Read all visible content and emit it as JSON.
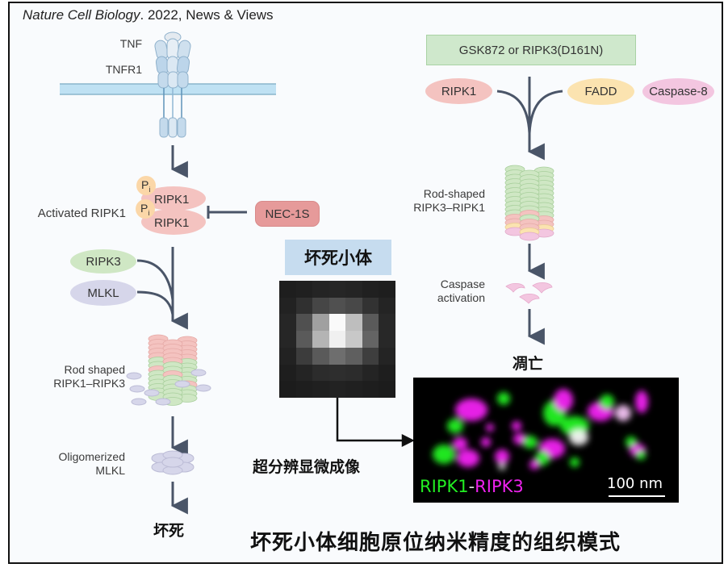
{
  "citation": {
    "journal": "Nature Cell Biology",
    "rest": ". 2022, News & Views"
  },
  "left_pathway": {
    "tnf": "TNF",
    "tnfr1": "TNFR1",
    "activated_ripk1": "Activated RIPK1",
    "phospho": "P",
    "phospho_sub": "i",
    "ripk1_top": "RIPK1",
    "ripk1_bottom": "RIPK1",
    "inhibitor": "NEC-1S",
    "ripk3": "RIPK3",
    "mlkl": "MLKL",
    "rod_line1": "Rod shaped",
    "rod_line2": "RIPK1–RIPK3",
    "olig_line1": "Oligomerized",
    "olig_line2": "MLKL",
    "outcome": "坏死"
  },
  "right_pathway": {
    "inhibitor_box": "GSK872 or RIPK3(D161N)",
    "ripk1": "RIPK1",
    "fadd": "FADD",
    "caspase8": "Caspase-8",
    "rod_line1": "Rod-shaped",
    "rod_line2": "RIPK3–RIPK1",
    "casp_line1": "Caspase",
    "casp_line2": "activation",
    "outcome": "凋亡"
  },
  "center": {
    "necrosome_label": "坏死小体",
    "superres_label": "超分辨显微成像",
    "micro_label_green": "RIPK1",
    "micro_label_dash": "-",
    "micro_label_magenta": "RIPK3",
    "scale_bar": "100 nm"
  },
  "caption": "坏死小体细胞原位纳米精度的组织模式",
  "colors": {
    "arrow": "#4a5568",
    "ripk1_pink": "#f4c3c0",
    "ripk3_green": "#cfe7c4",
    "mlkl_purple": "#d6d6ea",
    "fadd_yellow": "#fbe3b0",
    "caspase_pink": "#f3c6e0",
    "nec1s": "#e69a9a",
    "gsk_box": "#cfe8cc",
    "label_box": "#c6dcef",
    "membrane": "#bfe1f3",
    "green_channel": "#22ee22",
    "magenta_channel": "#ee22ee"
  }
}
